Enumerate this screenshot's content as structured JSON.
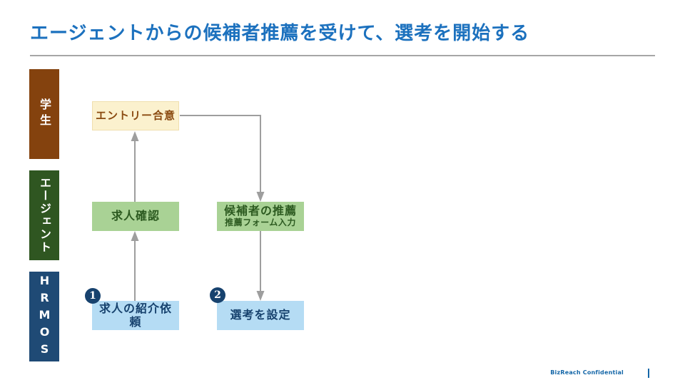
{
  "title": "エージェントからの候補者推薦を受けて、選考を開始する",
  "lanes": [
    {
      "id": "student",
      "label": "学生",
      "color": "#84420E"
    },
    {
      "id": "agent",
      "label": "エージェント",
      "color": "#2F5621"
    },
    {
      "id": "hrmos",
      "label": "HRMOS",
      "color": "#1F4A75"
    }
  ],
  "nodes": [
    {
      "id": "entry-agreement",
      "lane": "student",
      "label": "エントリー合意",
      "fill": "#FBF1CE",
      "text_color": "#8A4A10"
    },
    {
      "id": "job-check",
      "lane": "agent",
      "label": "求人確認",
      "fill": "#A9D295",
      "text_color": "#2C5A20"
    },
    {
      "id": "candidate-recommendation",
      "lane": "agent",
      "label": "候補者の推薦",
      "sublabel": "推薦フォーム入力",
      "fill": "#A9D295",
      "text_color": "#2C5A20"
    },
    {
      "id": "job-intro-request",
      "lane": "hrmos",
      "label": "求人の紹介依頼",
      "badge": "1",
      "fill": "#B5DCF4",
      "text_color": "#17426E"
    },
    {
      "id": "selection-setup",
      "lane": "hrmos",
      "label": "選考を設定",
      "badge": "2",
      "fill": "#B5DCF4",
      "text_color": "#17426E"
    }
  ],
  "edges": [
    {
      "from": "job-intro-request",
      "to": "job-check"
    },
    {
      "from": "job-check",
      "to": "entry-agreement"
    },
    {
      "from": "entry-agreement",
      "to": "candidate-recommendation"
    },
    {
      "from": "candidate-recommendation",
      "to": "selection-setup"
    }
  ],
  "colors": {
    "title": "#1C71BE",
    "rule": "#A6A6A6",
    "arrow": "#9E9E9E",
    "badge": "#17426E",
    "footer": "#1567A8",
    "background": "#FFFFFF"
  },
  "footer": {
    "label": "BizReach Confidential",
    "separator": "|"
  }
}
